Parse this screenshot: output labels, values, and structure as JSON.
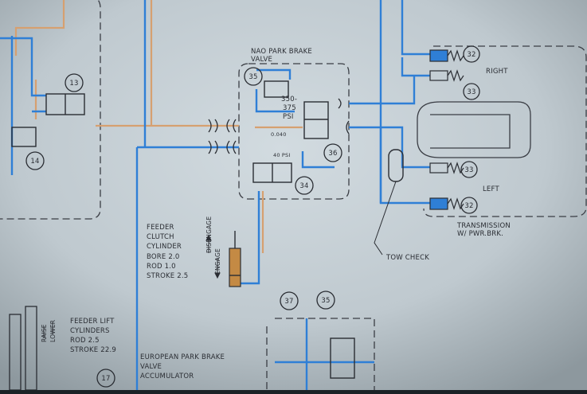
{
  "labels": {
    "nao_park_brake_valve": [
      "NAO PARK BRAKE",
      "VALVE"
    ],
    "relief_pressure": [
      "350-",
      "375",
      "PSI"
    ],
    "orifice": [
      "0.040"
    ],
    "check_pressure": "40 PSI",
    "right": "RIGHT",
    "left": "LEFT",
    "transmission": [
      "TRANSMISSION",
      "W/ PWR.BRK."
    ],
    "tow_check": "TOW CHECK",
    "feeder_clutch_cylinder": [
      "FEEDER",
      "CLUTCH",
      "CYLINDER",
      "BORE 2.0",
      "ROD 1.0",
      "STROKE 2.5"
    ],
    "disengage": "DISENGAGE",
    "engage": "ENGAGE",
    "feeder_lift_cylinders": [
      "FEEDER LIFT",
      "CYLINDERS",
      "ROD 2.5",
      "STROKE 22.9"
    ],
    "raise": "RAISE",
    "lower": "LOWER",
    "european_park_brake": [
      "EUROPEAN PARK BRAKE",
      "VALVE",
      "ACCUMULATOR"
    ]
  },
  "callouts": [
    "13",
    "14",
    "35",
    "36",
    "34",
    "32",
    "33",
    "33",
    "32",
    "37",
    "35",
    "17"
  ],
  "colors": {
    "paper": "#c9d2d8",
    "line_blue": "#2f7fd6",
    "line_tan": "#d6a070",
    "ink": "#2a2d33",
    "cylinder_fill": "#c48a44"
  }
}
